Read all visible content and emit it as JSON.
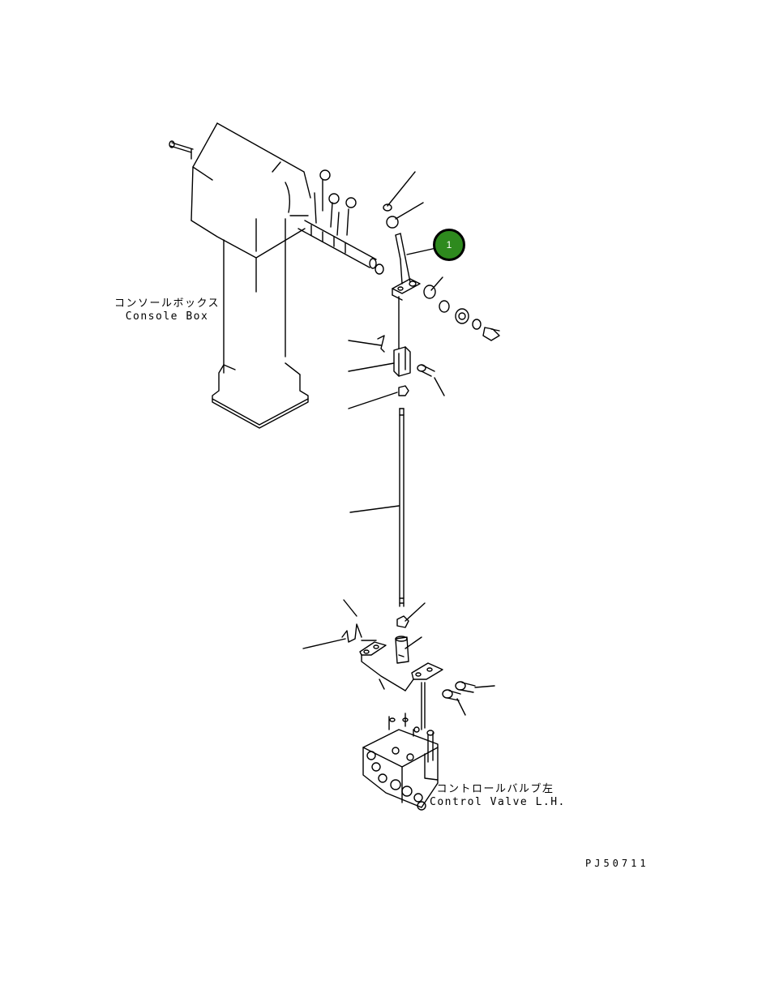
{
  "labels": {
    "console_jp": "コンソールボックス",
    "console_en": "Console Box",
    "valve_jp": "コントロールバルブ左",
    "valve_en": "Control Valve L.H."
  },
  "callout": {
    "number": "1",
    "color": "#2e8a1e"
  },
  "drawing_code": "PJ50711"
}
